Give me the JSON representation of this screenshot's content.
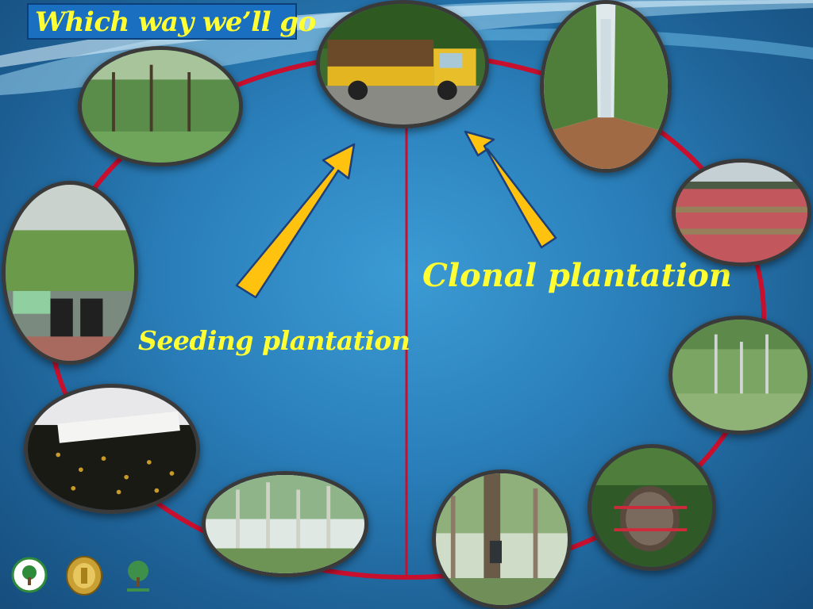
{
  "slide": {
    "title": "Which way we’ll go",
    "seeding_label": "Seeding plantation",
    "clonal_label": "Clonal plantation"
  },
  "photos": [
    {
      "name": "truck-photo",
      "subject": "loaded truck"
    },
    {
      "name": "clonal-rows-photo",
      "subject": "plantation rows"
    },
    {
      "name": "nursery-red-photo",
      "subject": "red clonal nursery"
    },
    {
      "name": "hedge-garden-photo",
      "subject": "clonal hedge garden"
    },
    {
      "name": "cutting-bag-photo",
      "subject": "rooted cutting in bag"
    },
    {
      "name": "tree-climber-photo",
      "subject": "worker climbing tree"
    },
    {
      "name": "mature-forest-photo",
      "subject": "mature plantation"
    },
    {
      "name": "seeds-photo",
      "subject": "acacia seeds"
    },
    {
      "name": "seedling-nursery-photo",
      "subject": "seedling nursery"
    },
    {
      "name": "young-forest-photo",
      "subject": "young pine plantation"
    }
  ],
  "colors": {
    "title_text": "#ffff33",
    "title_box": "#1a6fc0",
    "arrow_fill": "#ffc20e",
    "arrow_stroke": "#1d3f7a",
    "circle_line": "#c8102e",
    "photo_border": "#3a3a3a"
  },
  "logos": [
    {
      "name": "green-emblem-logo"
    },
    {
      "name": "gold-seal-logo"
    },
    {
      "name": "tree-emblem-logo"
    }
  ]
}
